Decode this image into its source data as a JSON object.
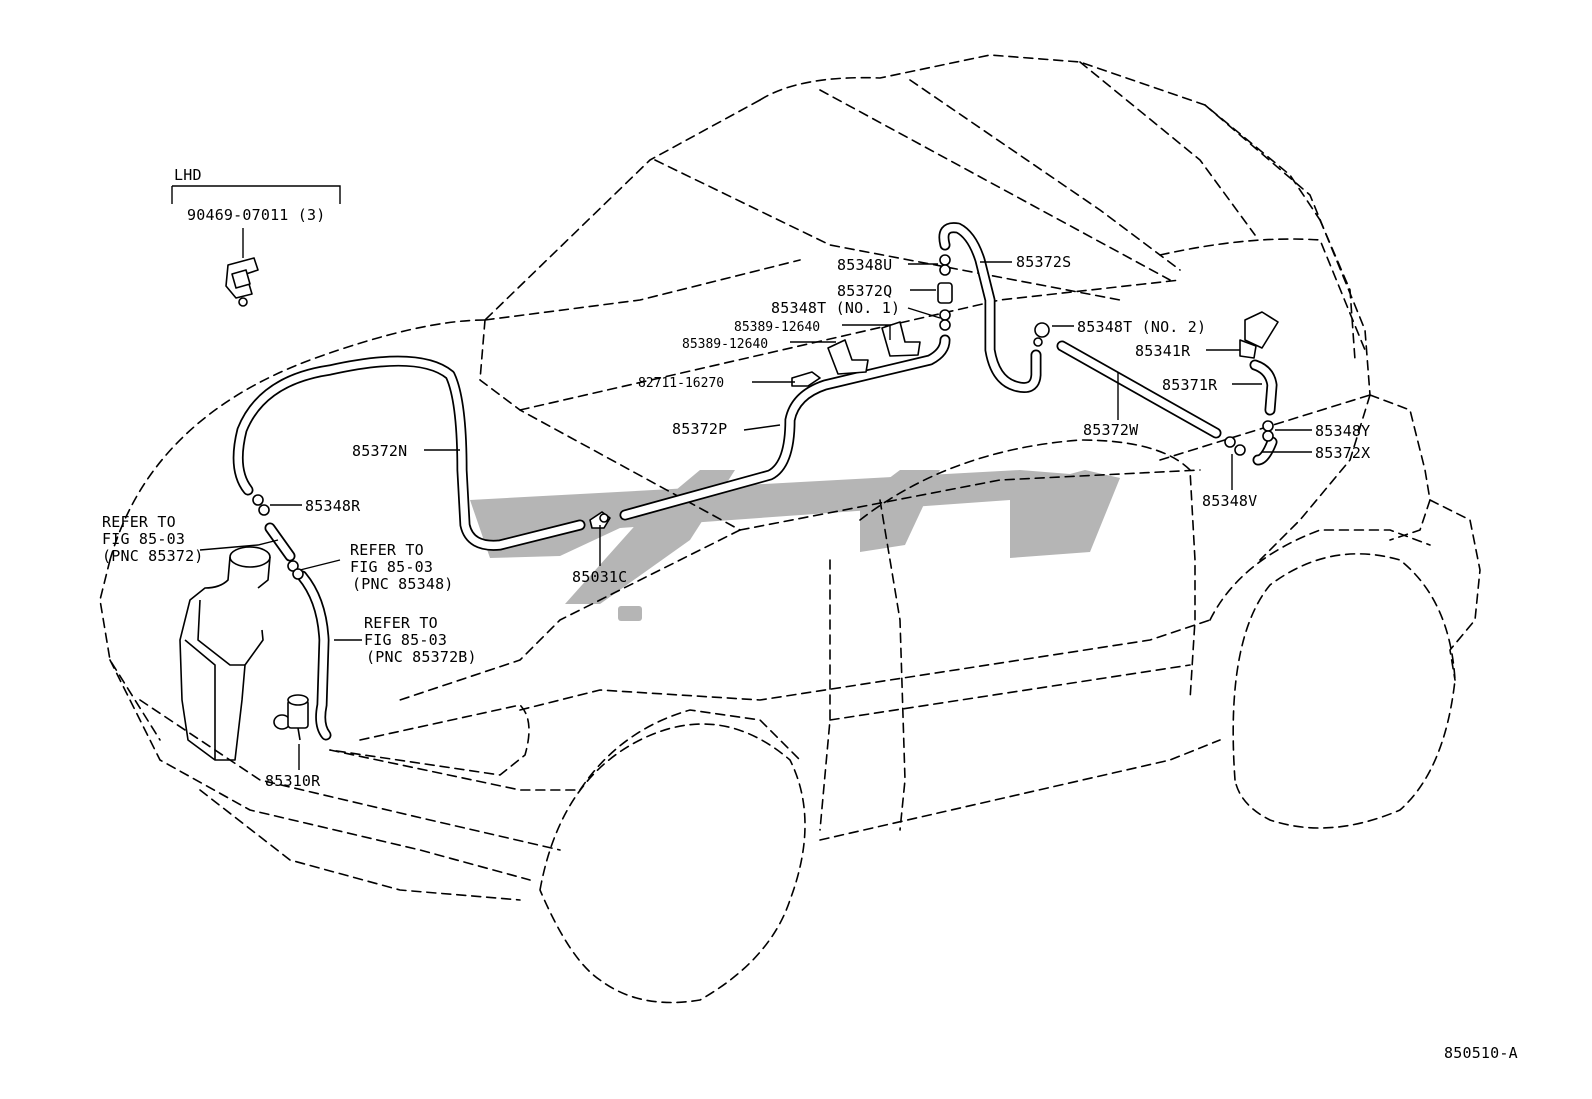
{
  "header": {
    "variant_label": "LHD",
    "variant_part": "90469-07011 (3)"
  },
  "labels": {
    "p85348U": "85348U",
    "p85372S": "85372S",
    "p85372Q": "85372Q",
    "p85348T1": "85348T (NO. 1)",
    "p85389a": "85389-12640",
    "p85389b": "85389-12640",
    "p82711": "82711-16270",
    "p85372P": "85372P",
    "p85372N": "85372N",
    "p85348R": "85348R",
    "p85031C": "85031C",
    "p85348T2": "85348T (NO. 2)",
    "p85341R": "85341R",
    "p85371R": "85371R",
    "p85372W": "85372W",
    "p85348Y": "85348Y",
    "p85372X": "85372X",
    "p85348V": "85348V",
    "p85310R": "85310R"
  },
  "refers": {
    "r1": {
      "line1": "REFER TO",
      "line2": "FIG 85-03",
      "line3": "(PNC 85372)"
    },
    "r2": {
      "line1": "REFER TO",
      "line2": "FIG 85-03",
      "line3": "(PNC 85348)"
    },
    "r3": {
      "line1": "REFER TO",
      "line2": "FIG 85-03",
      "line3": "(PNC 85372B)"
    }
  },
  "footer": {
    "figure_id": "850510-A"
  },
  "colors": {
    "ink": "#000000",
    "paper": "#ffffff",
    "watermark": "#b5b5b5"
  }
}
